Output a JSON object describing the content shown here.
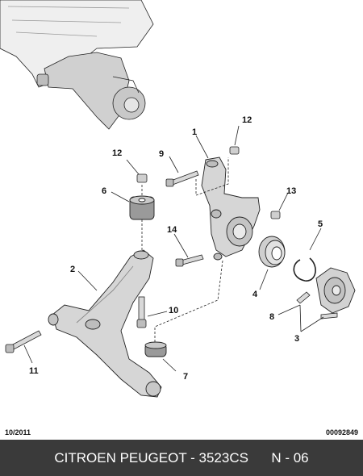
{
  "diagram": {
    "callouts": [
      {
        "id": "c1",
        "number": "1"
      },
      {
        "id": "c2",
        "number": "2"
      },
      {
        "id": "c3",
        "number": "3"
      },
      {
        "id": "c4",
        "number": "4"
      },
      {
        "id": "c5",
        "number": "5"
      },
      {
        "id": "c6",
        "number": "6"
      },
      {
        "id": "c7",
        "number": "7"
      },
      {
        "id": "c8",
        "number": "8"
      },
      {
        "id": "c9",
        "number": "9"
      },
      {
        "id": "c10",
        "number": "10"
      },
      {
        "id": "c11",
        "number": "11"
      },
      {
        "id": "c12a",
        "number": "12"
      },
      {
        "id": "c12b",
        "number": "12"
      },
      {
        "id": "c13",
        "number": "13"
      },
      {
        "id": "c14",
        "number": "14"
      }
    ]
  },
  "footer": {
    "date": "10/2011",
    "code": "00092849"
  },
  "banner": {
    "left": "CITROEN PEUGEOT - 3523CS",
    "right": "N - 06"
  },
  "colors": {
    "banner_bg": "#3a3a3a",
    "part_fill": "#d6d6d6",
    "part_stroke": "#222222"
  }
}
